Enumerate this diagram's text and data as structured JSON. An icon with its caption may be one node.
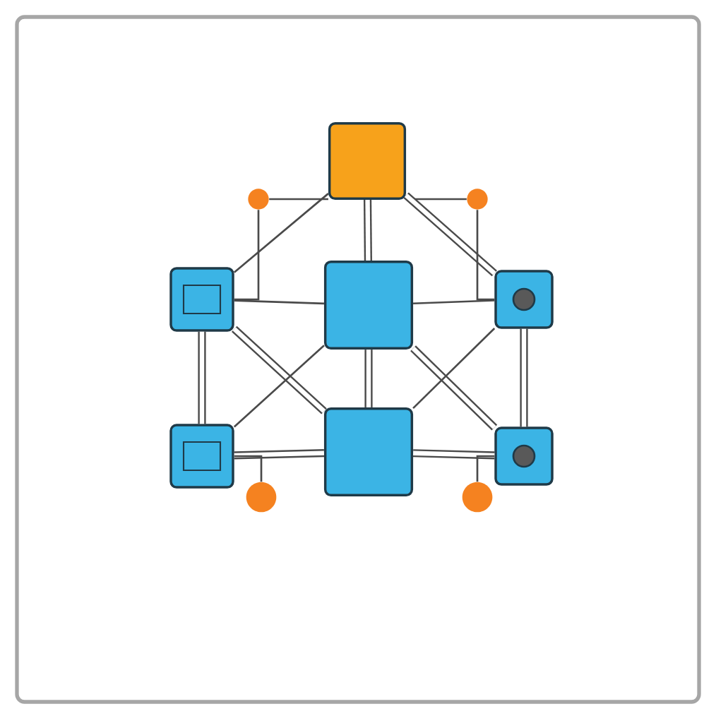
{
  "diagram": {
    "nodes": [
      {
        "text": [],
        "shape": "box"
      },
      {
        "text": [],
        "shape": "circle"
      },
      {
        "text": [],
        "shape": "circle"
      },
      {
        "text": [],
        "shape": "box"
      },
      {
        "text": [],
        "shape": "box"
      },
      {
        "text": [],
        "shape": "box"
      },
      {
        "text": [],
        "shape": "box"
      },
      {
        "text": [],
        "shape": "box"
      },
      {
        "text": [],
        "shape": "box"
      },
      {
        "text": [],
        "shape": "circle"
      },
      {
        "text": [],
        "shape": "circle"
      }
    ],
    "edges": [
      {
        "from": 0,
        "to": 1,
        "arrow": "none"
      },
      {
        "from": 0,
        "to": 2,
        "arrow": "none"
      },
      {
        "from": 0,
        "to": 3,
        "arrow": "none"
      },
      {
        "from": 0,
        "to": 4,
        "arrow": "none",
        "style": "thick"
      },
      {
        "from": 0,
        "to": 5,
        "arrow": "none",
        "style": "thick"
      },
      {
        "from": 1,
        "to": 3,
        "arrow": "none"
      },
      {
        "from": 2,
        "to": 5,
        "arrow": "none"
      },
      {
        "from": 3,
        "to": 4,
        "arrow": "none"
      },
      {
        "from": 4,
        "to": 5,
        "arrow": "none"
      },
      {
        "from": 3,
        "to": 6,
        "arrow": "none",
        "style": "thick"
      },
      {
        "from": 5,
        "to": 8,
        "arrow": "none",
        "style": "thick"
      },
      {
        "from": 3,
        "to": 7,
        "arrow": "none",
        "style": "thick"
      },
      {
        "from": 4,
        "to": 6,
        "arrow": "none"
      },
      {
        "from": 4,
        "to": 7,
        "arrow": "none",
        "style": "thick"
      },
      {
        "from": 4,
        "to": 8,
        "arrow": "none",
        "style": "thick"
      },
      {
        "from": 5,
        "to": 7,
        "arrow": "none"
      },
      {
        "from": 6,
        "to": 7,
        "arrow": "none",
        "style": "thick"
      },
      {
        "from": 7,
        "to": 8,
        "arrow": "none",
        "style": "thick"
      },
      {
        "from": 9,
        "to": 6,
        "arrow": "none"
      },
      {
        "from": 10,
        "to": 8,
        "arrow": "none"
      }
    ]
  }
}
